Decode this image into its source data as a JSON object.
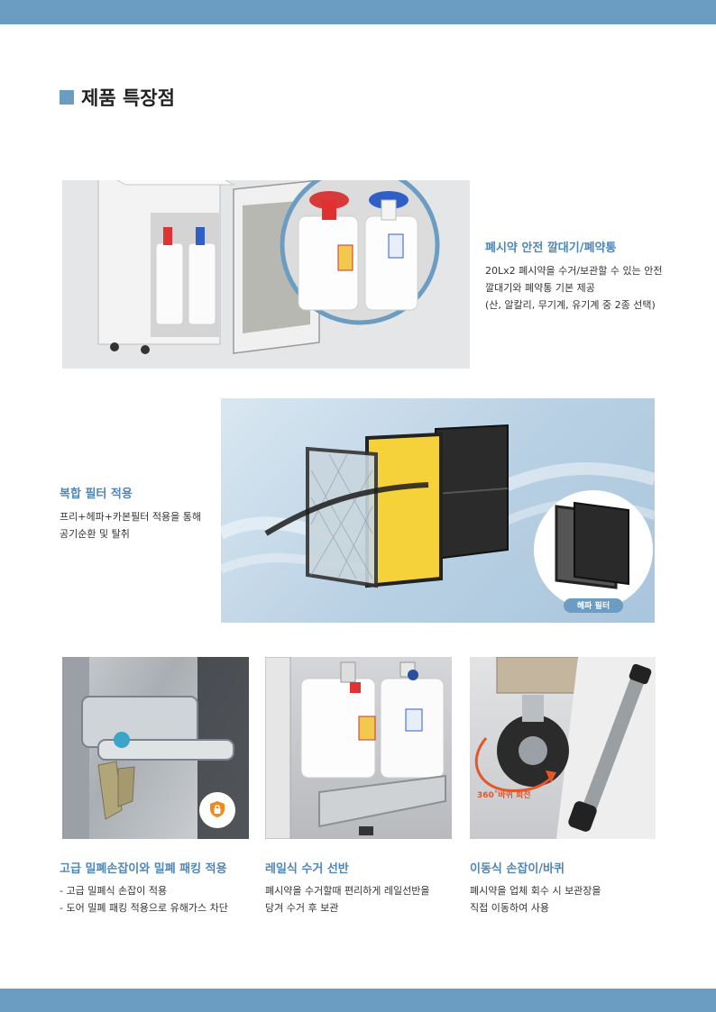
{
  "section": {
    "title": "제품 특장점"
  },
  "feature_waste": {
    "title": "폐시약 안전 깔대기/폐약통",
    "lines": [
      "20Lx2 폐시약을 수거/보관할 수 있는 안전",
      "깔대기와 폐약통 기본 제공",
      "(산, 알칼리, 무기계, 유기계 중 2종 선택)"
    ]
  },
  "feature_filter": {
    "title": "복합 필터 적용",
    "lines": [
      "프리+헤파+카본필터 적용을 통해",
      "공기순환 및 탈취"
    ],
    "inset_label": "헤파 필터"
  },
  "features_bottom": [
    {
      "title": "고급 밀폐손잡이와 밀폐 패킹 적용",
      "lines": [
        "- 고급 밀폐식 손잡이 적용",
        "- 도어 밀폐 패킹 적용으로 유해가스 차단"
      ]
    },
    {
      "title": "레일식 수거 선반",
      "lines": [
        "폐시약을 수거할때 편리하게 레일선반을",
        "당겨 수거 후 보관"
      ]
    },
    {
      "title": "이동식 손잡이/바퀴",
      "lines": [
        "폐시약을 업체 회수 시 보관장을",
        "직접 이동하여 사용"
      ],
      "wheel_label": "360˚바퀴 회전"
    }
  ],
  "colors": {
    "accent": "#6b9cc2",
    "heading": "#4f86b6",
    "wheel_arrow": "#e4562b",
    "lock_badge": "#f08a1c"
  }
}
